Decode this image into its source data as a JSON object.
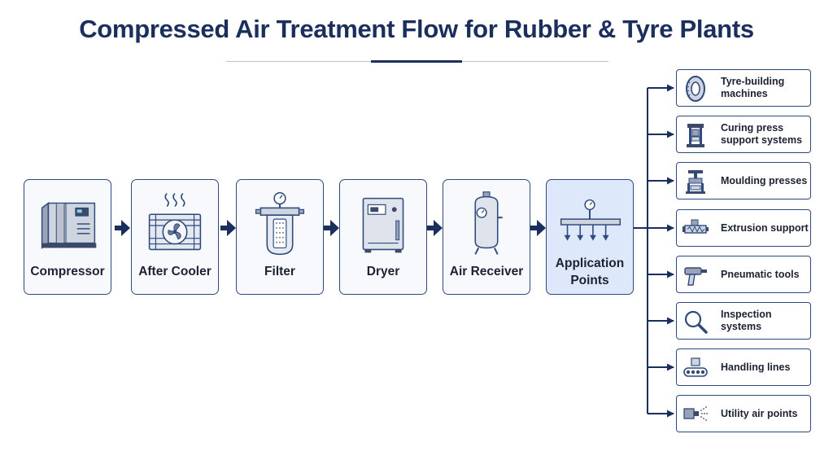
{
  "title": "Compressed Air Treatment Flow for Rubber & Tyre Plants",
  "stages": [
    {
      "label": "Compressor",
      "icon": "compressor-icon"
    },
    {
      "label": "After Cooler",
      "icon": "after-cooler-icon"
    },
    {
      "label": "Filter",
      "icon": "filter-icon"
    },
    {
      "label": "Dryer",
      "icon": "dryer-icon"
    },
    {
      "label": "Air Receiver",
      "icon": "air-receiver-icon"
    },
    {
      "label": "Application Points",
      "icon": "manifold-icon"
    }
  ],
  "applications": [
    {
      "label": "Tyre-building machines",
      "icon": "tyre-icon"
    },
    {
      "label": "Curing press support systems",
      "icon": "curing-press-icon"
    },
    {
      "label": "Moulding presses",
      "icon": "moulding-press-icon"
    },
    {
      "label": "Extrusion support",
      "icon": "extruder-icon"
    },
    {
      "label": "Pneumatic tools",
      "icon": "pneumatic-tool-icon"
    },
    {
      "label": "Inspection systems",
      "icon": "magnifier-icon"
    },
    {
      "label": "Handling lines",
      "icon": "conveyor-icon"
    },
    {
      "label": "Utility air points",
      "icon": "air-nozzle-icon"
    }
  ],
  "colors": {
    "primary": "#1b2f5e",
    "border": "#2f4a7d",
    "highlight": "#dde9fa"
  }
}
